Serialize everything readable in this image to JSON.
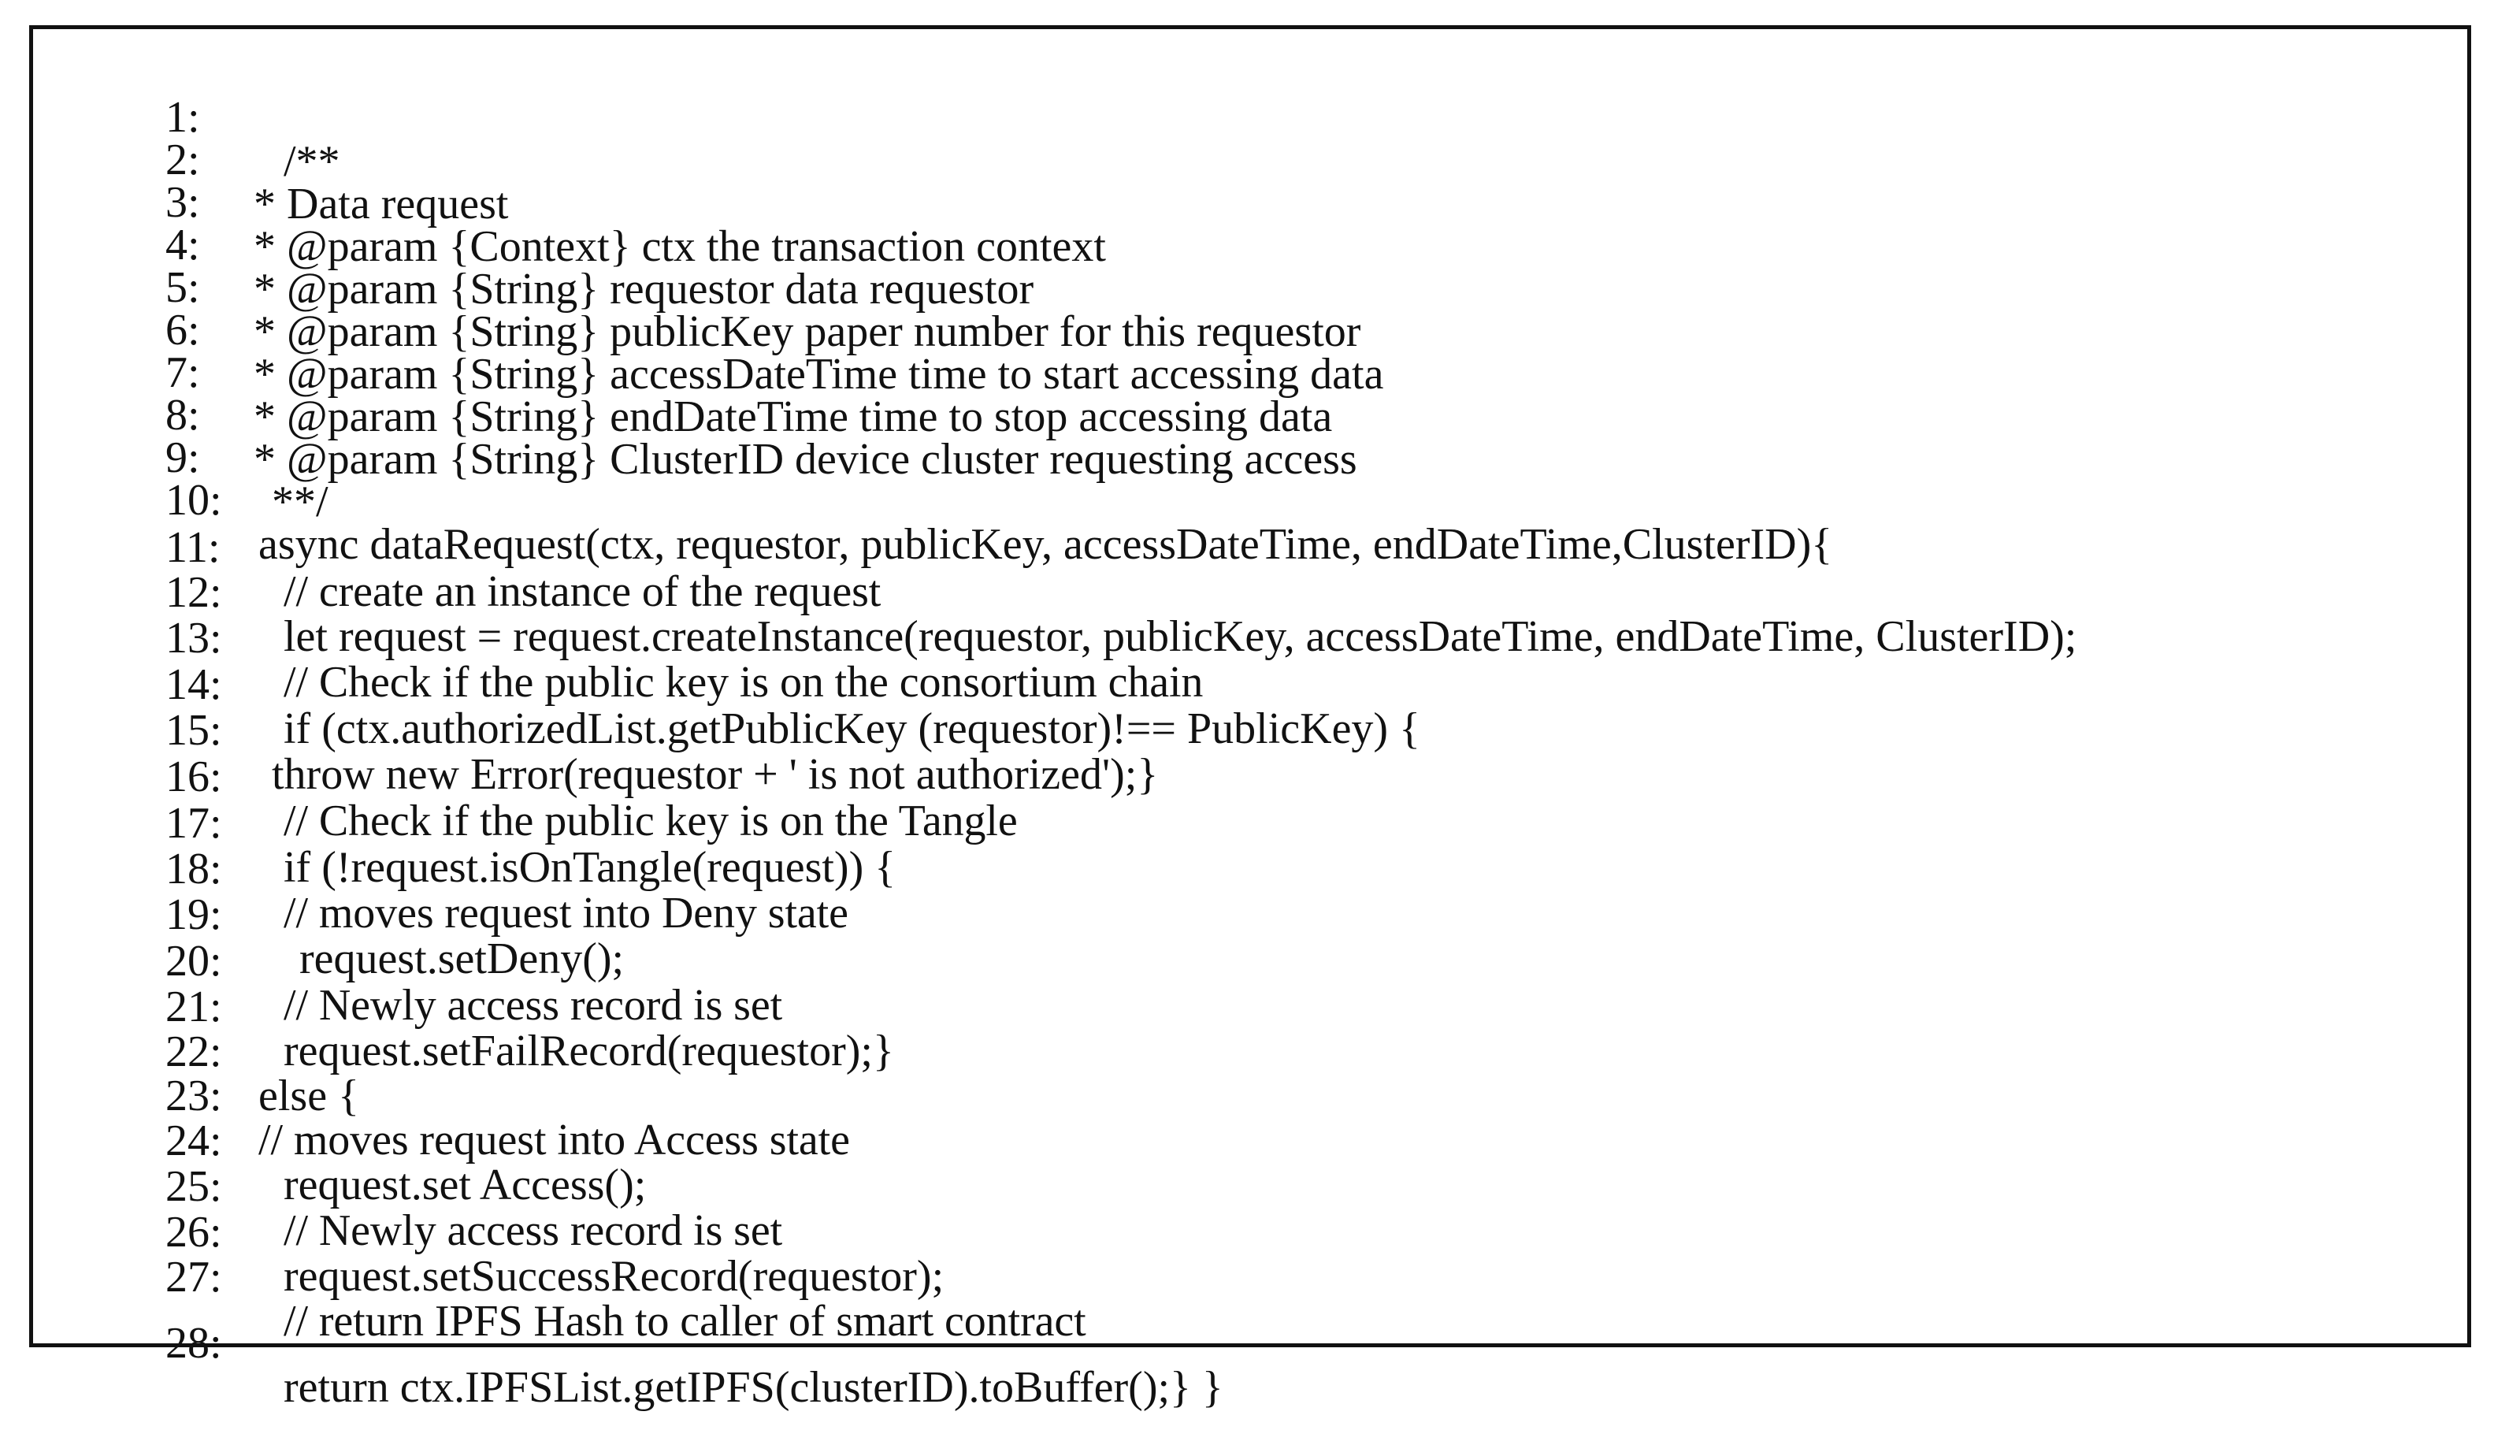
{
  "document": {
    "lines": [
      {
        "num": "1:",
        "text": "/**"
      },
      {
        "num": "2:",
        "text": "* Data request"
      },
      {
        "num": "3:",
        "text": "* @param {Context} ctx the transaction context"
      },
      {
        "num": "4:",
        "text": "* @param {String} requestor data requestor"
      },
      {
        "num": "5:",
        "text": "* @param {String} publicKey paper number for this requestor"
      },
      {
        "num": "6:",
        "text": "* @param {String} accessDateTime time to start accessing data"
      },
      {
        "num": "7:",
        "text": "* @param {String} endDateTime time to stop accessing data"
      },
      {
        "num": "8:",
        "text": "* @param {String} ClusterID device cluster requesting access"
      },
      {
        "num": "9:",
        "text": "**/"
      },
      {
        "num": "10:",
        "text": "async dataRequest(ctx, requestor, publicKey, accessDateTime, endDateTime,ClusterID){"
      },
      {
        "num": "11:",
        "text": "// create an instance of the request"
      },
      {
        "num": "12:",
        "text": "let request = request.createInstance(requestor, publicKey, accessDateTime, endDateTime, ClusterID);"
      },
      {
        "num": "13:",
        "text": "// Check if the public key is on the consortium chain"
      },
      {
        "num": "14:",
        "text": "if (ctx.authorizedList.getPublicKey (requestor)!== PublicKey) {"
      },
      {
        "num": "15:",
        "text": "throw new Error(requestor + ' is not authorized');}"
      },
      {
        "num": "16:",
        "text": "// Check if the public key is on the Tangle"
      },
      {
        "num": "17:",
        "text": "if (!request.isOnTangle(request)) {"
      },
      {
        "num": "18:",
        "text": "// moves request into Deny state"
      },
      {
        "num": "19:",
        "text": "request.setDeny();"
      },
      {
        "num": "20:",
        "text": "// Newly access record is set"
      },
      {
        "num": "21:",
        "text": "request.setFailRecord(requestor);}"
      },
      {
        "num": "22:",
        "text": "else {"
      },
      {
        "num": "23:",
        "text": "// moves request into Access state"
      },
      {
        "num": "24:",
        "text": "request.set Access();"
      },
      {
        "num": "25:",
        "text": "// Newly access record is set"
      },
      {
        "num": "26:",
        "text": "request.setSuccessRecord(requestor);"
      },
      {
        "num": "27:",
        "text": "// return IPFS Hash to caller of smart contract"
      },
      {
        "num": "28:",
        "text": "return ctx.IPFSList.getIPFS(clusterID).toBuffer();} }"
      }
    ]
  }
}
